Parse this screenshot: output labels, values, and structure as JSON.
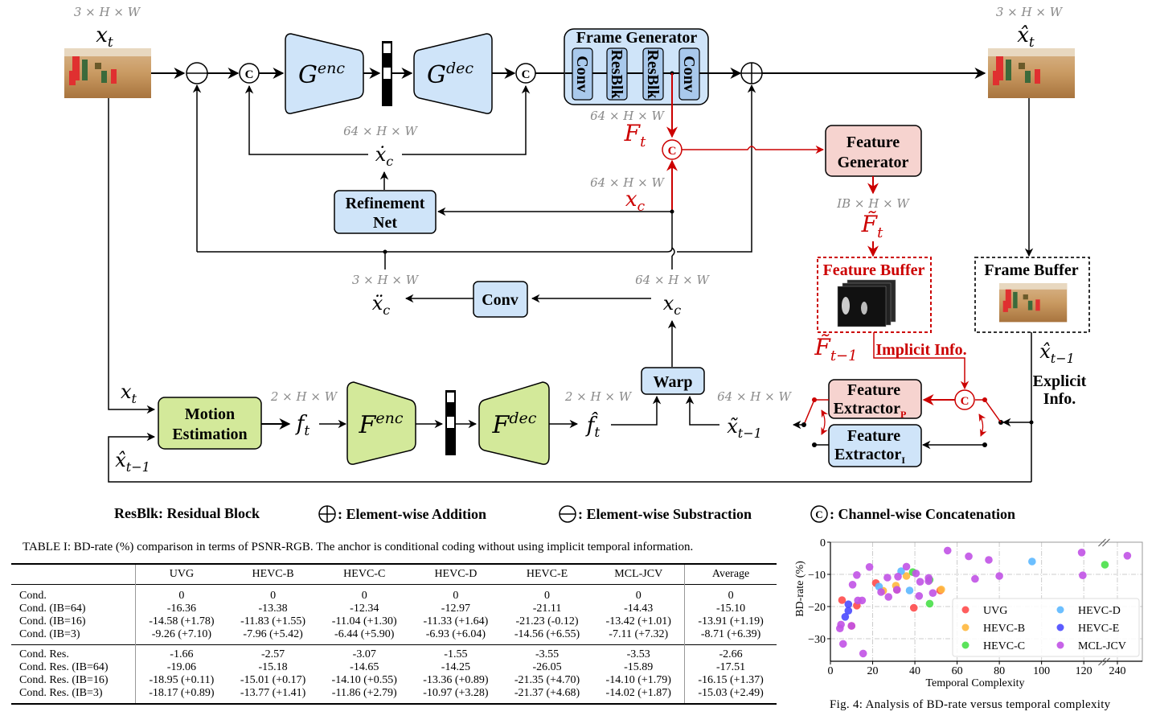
{
  "diagram": {
    "dims": {
      "xt_top": "3 × H × W",
      "xhat_top": "3 × H × W",
      "frame_gen_out": "64 × H × W",
      "xdot": "64 × H × W",
      "xc_red": "64 × H × W",
      "feat_gen_out": "IB × H × W",
      "xddot": "3 × H × W",
      "xc_lower": "64 × H × W",
      "flow": "2 × H × W",
      "flow_hat": "2 × H × W",
      "xtilde": "64 × H × W"
    },
    "symbols": {
      "x_t": "x",
      "x_t_sub": "t",
      "xhat_t": "x̂",
      "xhat_t_sub": "t",
      "xdot_c": "ẋ",
      "xdot_c_sub": "c",
      "F_t": "F",
      "F_t_sub": "t",
      "x_c": "x",
      "x_c_sub": "c",
      "Ftilde_t": "F̃",
      "Ftilde_t_sub": "t",
      "xddot_c": "ẍ",
      "xddot_c_sub": "c",
      "x_c2": "x",
      "x_c2_sub": "c",
      "Ftilde_tm1": "F̃",
      "Ftilde_tm1_sub": "t−1",
      "xhat_tm1_right": "x̂",
      "xhat_tm1_right_sub": "t−1",
      "x_t_left": "x",
      "x_t_left_sub": "t",
      "xhat_tm1_left": "x̂",
      "xhat_tm1_left_sub": "t−1",
      "f_t": "f",
      "f_t_sub": "t",
      "fhat_t": "f̂",
      "fhat_t_sub": "t",
      "xtilde_tm1": "x̃",
      "xtilde_tm1_sub": "t−1"
    },
    "blocks": {
      "g_enc": "G",
      "g_enc_sup": "enc",
      "g_dec": "G",
      "g_dec_sup": "dec",
      "frame_generator": "Frame Generator",
      "fg_sub": [
        "Conv",
        "ResBlk",
        "ResBlk",
        "Conv"
      ],
      "refinement_net_1": "Refinement",
      "refinement_net_2": "Net",
      "feature_generator_1": "Feature",
      "feature_generator_2": "Generator",
      "feature_buffer": "Feature Buffer",
      "frame_buffer": "Frame Buffer",
      "conv": "Conv",
      "warp": "Warp",
      "motion_estimation_1": "Motion",
      "motion_estimation_2": "Estimation",
      "f_enc": "F",
      "f_enc_sup": "enc",
      "f_dec": "F",
      "f_dec_sup": "dec",
      "feature_extractor_p_1": "Feature",
      "feature_extractor_p_2": "Extractor",
      "feature_extractor_p_sub": "P",
      "feature_extractor_i_1": "Feature",
      "feature_extractor_i_2": "Extractor",
      "feature_extractor_i_sub": "I",
      "implicit_info": "Implicit Info.",
      "explicit_info_1": "Explicit",
      "explicit_info_2": "Info.",
      "concat_symbol": "C"
    },
    "colors": {
      "blue_block": "#cfe4f9",
      "green_block": "#d3e99a",
      "pink_block": "#f6d3cf",
      "red": "#cc0000"
    }
  },
  "legend": {
    "resblk": "ResBlk: Residual Block",
    "addition": ": Element-wise Addition",
    "subtraction": ": Element-wise Substraction",
    "concatenation": ": Channel-wise Concatenation"
  },
  "table": {
    "caption": "TABLE I: BD-rate (%) comparison in terms of PSNR-RGB. The anchor is conditional coding without using implicit temporal information.",
    "columns": [
      "",
      "UVG",
      "HEVC-B",
      "HEVC-C",
      "HEVC-D",
      "HEVC-E",
      "MCL-JCV",
      "Average"
    ],
    "group1": [
      [
        "Cond.",
        "0",
        "0",
        "0",
        "0",
        "0",
        "0",
        "0"
      ],
      [
        "Cond. (IB=64)",
        "-16.36",
        "-13.38",
        "-12.34",
        "-12.97",
        "-21.11",
        "-14.43",
        "-15.10"
      ],
      [
        "Cond. (IB=16)",
        "-14.58 (+1.78)",
        "-11.83 (+1.55)",
        "-11.04 (+1.30)",
        "-11.33 (+1.64)",
        "-21.23 (-0.12)",
        "-13.42 (+1.01)",
        "-13.91 (+1.19)"
      ],
      [
        "Cond. (IB=3)",
        "-9.26 (+7.10)",
        "-7.96 (+5.42)",
        "-6.44 (+5.90)",
        "-6.93 (+6.04)",
        "-14.56 (+6.55)",
        "-7.11 (+7.32)",
        "-8.71 (+6.39)"
      ]
    ],
    "group2": [
      [
        "Cond. Res.",
        "-1.66",
        "-2.57",
        "-3.07",
        "-1.55",
        "-3.55",
        "-3.53",
        "-2.66"
      ],
      [
        "Cond. Res. (IB=64)",
        "-19.06",
        "-15.18",
        "-14.65",
        "-14.25",
        "-26.05",
        "-15.89",
        "-17.51"
      ],
      [
        "Cond. Res. (IB=16)",
        "-18.95 (+0.11)",
        "-15.01 (+0.17)",
        "-14.10 (+0.55)",
        "-13.36 (+0.89)",
        "-21.35 (+4.70)",
        "-14.10 (+1.79)",
        "-16.15 (+1.37)"
      ],
      [
        "Cond. Res. (IB=3)",
        "-18.17 (+0.89)",
        "-13.77 (+1.41)",
        "-11.86 (+2.79)",
        "-10.97 (+3.28)",
        "-21.37 (+4.68)",
        "-14.02 (+1.87)",
        "-15.03 (+2.49)"
      ]
    ]
  },
  "figure_caption": "Fig. 4: Analysis of BD-rate versus temporal complexity",
  "chart_data": {
    "type": "scatter",
    "title": "",
    "xlabel": "Temporal Complexity",
    "ylabel": "BD-rate (%)",
    "xlim": [
      0,
      250
    ],
    "ylim": [
      -37,
      0
    ],
    "x_axis_break": {
      "from": 130,
      "to": 235,
      "note": "axis broken between 120 and 240"
    },
    "xticks": [
      0,
      20,
      40,
      60,
      80,
      100,
      120,
      240
    ],
    "yticks": [
      0,
      -10,
      -20,
      -30
    ],
    "grid": true,
    "legend_position": "lower-right",
    "legend_columns": 2,
    "series": [
      {
        "name": "UVG",
        "color": "#ff4b4b",
        "points": [
          [
            5.5,
            -18
          ],
          [
            10,
            -26
          ],
          [
            12.5,
            -19.7
          ],
          [
            21.5,
            -12.7
          ],
          [
            31.5,
            -14.8
          ],
          [
            39.5,
            -20.4
          ],
          [
            52,
            -15
          ]
        ]
      },
      {
        "name": "HEVC-B",
        "color": "#ffb83d",
        "points": [
          [
            25,
            -15.1
          ],
          [
            31,
            -13.5
          ],
          [
            36,
            -10.5
          ],
          [
            52.5,
            -14.7
          ]
        ]
      },
      {
        "name": "HEVC-C",
        "color": "#49e049",
        "points": [
          [
            39,
            -9.3
          ],
          [
            47,
            -11.7
          ],
          [
            47,
            -19.1
          ],
          [
            130,
            -7
          ]
        ]
      },
      {
        "name": "HEVC-D",
        "color": "#5cb8ff",
        "points": [
          [
            23,
            -13.8
          ],
          [
            33.5,
            -9
          ],
          [
            37.5,
            -15
          ],
          [
            95.5,
            -6
          ]
        ]
      },
      {
        "name": "HEVC-E",
        "color": "#4a4aff",
        "points": [
          [
            7,
            -23.2
          ],
          [
            8.5,
            -21.3
          ],
          [
            8.5,
            -19.3
          ]
        ]
      },
      {
        "name": "MCL-JCV",
        "color": "#c152e6",
        "points": [
          [
            4.5,
            -26.8
          ],
          [
            5,
            -25.6
          ],
          [
            6,
            -31.6
          ],
          [
            10,
            -26
          ],
          [
            10.5,
            -13.2
          ],
          [
            12.5,
            -10.2
          ],
          [
            13,
            -18.1
          ],
          [
            15,
            -18.1
          ],
          [
            15.5,
            -34.6
          ],
          [
            18.5,
            -7.7
          ],
          [
            24,
            -15.5
          ],
          [
            27,
            -11
          ],
          [
            27.5,
            -17
          ],
          [
            31.5,
            -14.8
          ],
          [
            32,
            -10.7
          ],
          [
            36,
            -7.6
          ],
          [
            40.5,
            -9.7
          ],
          [
            42,
            -16.7
          ],
          [
            42.5,
            -12.3
          ],
          [
            46.5,
            -11.1
          ],
          [
            46.5,
            -12.1
          ],
          [
            48.5,
            -15.8
          ],
          [
            55.5,
            -2.6
          ],
          [
            65.5,
            -4.4
          ],
          [
            68.5,
            -11.4
          ],
          [
            75,
            -5.5
          ],
          [
            80,
            -10.5
          ],
          [
            119,
            -3.2
          ],
          [
            119.5,
            -10.3
          ],
          [
            244,
            -4.2
          ]
        ]
      }
    ]
  }
}
